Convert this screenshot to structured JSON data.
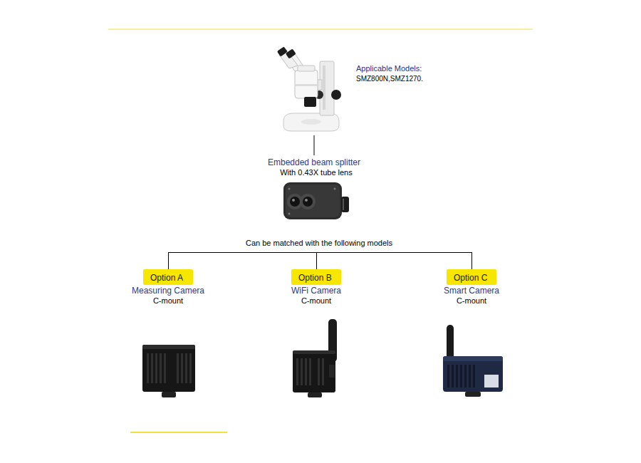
{
  "diagram": {
    "nodes": [
      {
        "text": [
          "Option A"
        ]
      },
      {
        "text": [
          "Option B"
        ]
      },
      {
        "text": [
          "Option C"
        ]
      }
    ],
    "labels": [
      "Applicable Models:",
      "SMZ800N,SMZ1270.",
      "Embedded beam splitter",
      "With 0.43X tube lens",
      "Can be matched with the following models",
      "Measuring Camera",
      "C-mount",
      "WiFi Camera",
      "C-mount",
      "Smart Camera",
      "C-mount"
    ]
  }
}
